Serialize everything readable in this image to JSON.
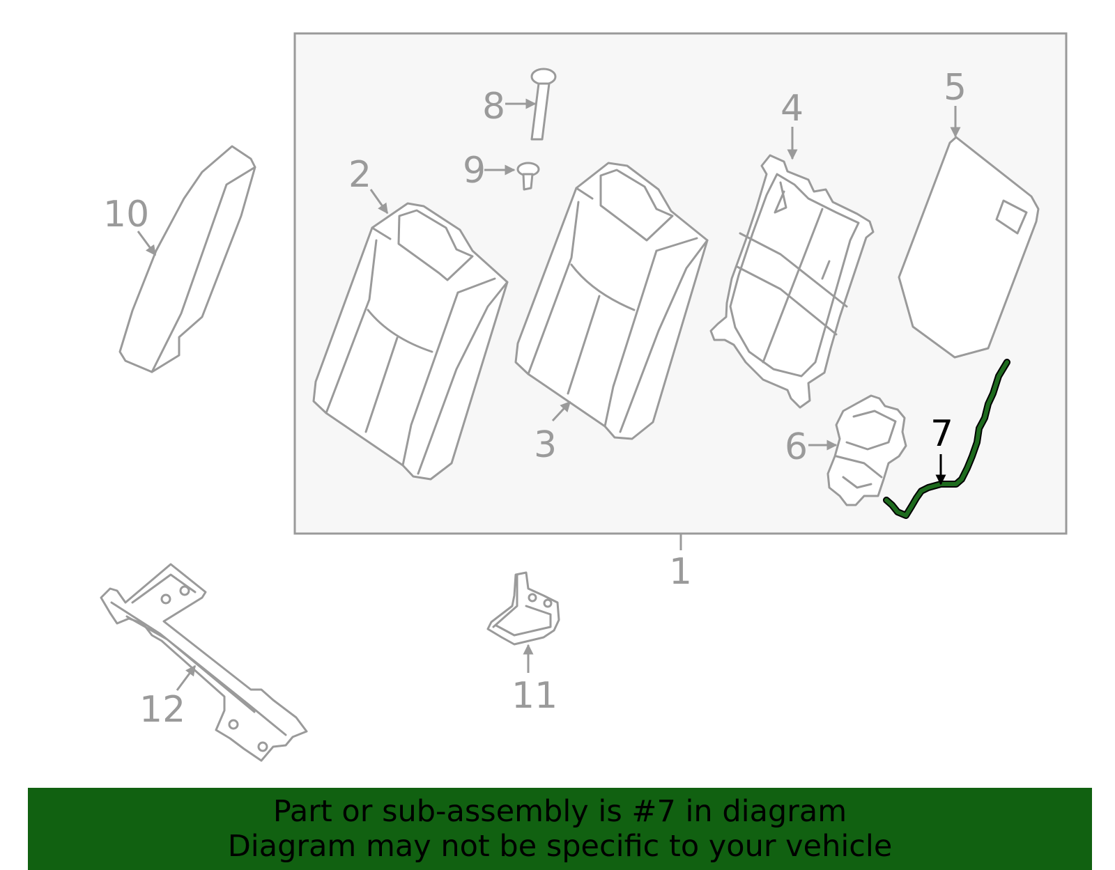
{
  "diagram": {
    "callouts": {
      "c1": "1",
      "c2": "2",
      "c3": "3",
      "c4": "4",
      "c5": "5",
      "c6": "6",
      "c7": "7",
      "c8": "8",
      "c9": "9",
      "c10": "10",
      "c11": "11",
      "c12": "12"
    },
    "highlighted_part": "7",
    "colors": {
      "line": "#9a9a9a",
      "panel": "#f7f7f7",
      "highlight": "#1e6b1e",
      "banner": "#116111"
    }
  },
  "banner": {
    "line1": "Part or sub-assembly is #7 in diagram",
    "line2": "Diagram may not be specific to your vehicle"
  }
}
